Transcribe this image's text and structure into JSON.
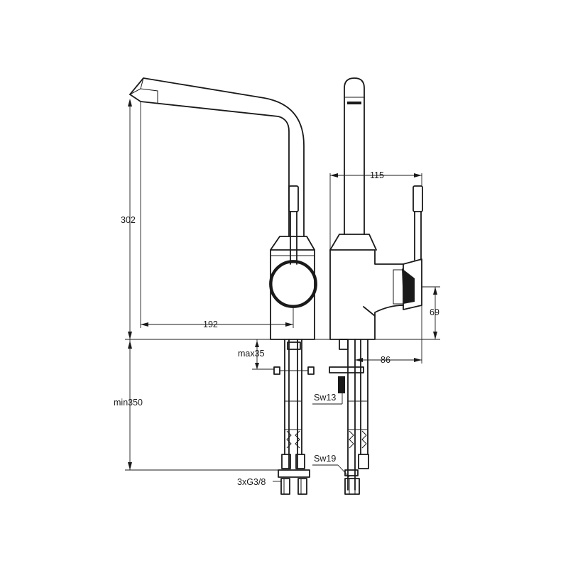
{
  "dimensions": {
    "spout_height": "302",
    "spout_reach": "192",
    "deck_max": "max35",
    "under_min": "min350",
    "connection": "3xG3/8",
    "body_depth": "115",
    "lever_height": "69",
    "lever_depth": "86",
    "spanner_1": "Sw13",
    "spanner_2": "Sw19"
  }
}
